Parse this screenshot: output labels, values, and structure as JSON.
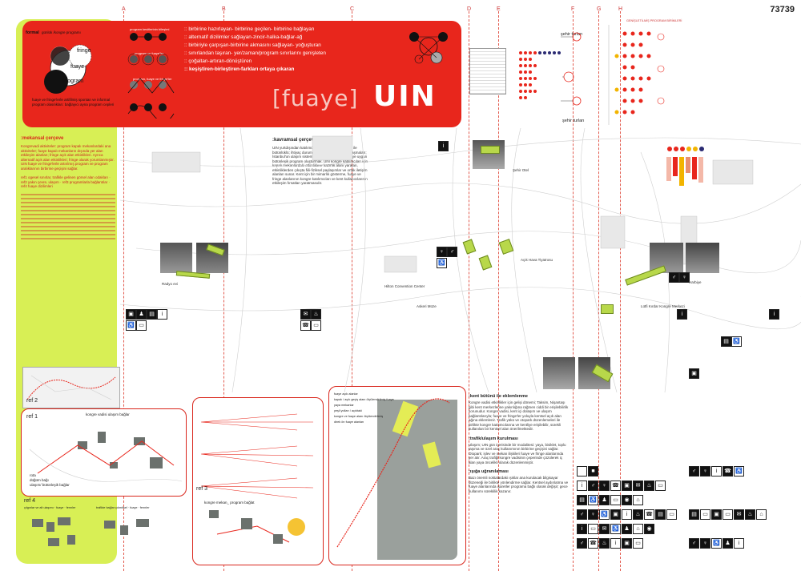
{
  "sheet_number": "73739",
  "columns": [
    "A",
    "B",
    "C",
    "D",
    "E",
    "F",
    "G",
    "H"
  ],
  "header": {
    "brand_bracket": "[fuaye]",
    "brand_logo": "UIN",
    "slogans": [
      ":: birbirine hazırlayan- birbirine geçilen- birbirine bağlayan",
      ":: alternatif dizilimler sağlayan-zincir-halka-bağlar-ağ",
      ":: birbiriyle çarpışan-birbirine akmasını sağlayan- yoğuşturan",
      ":: sınırlandan taşıran- yer/zaman/program sınırlarını genişleten",
      ":: çoğaltan-artıran-dönüştüren"
    ],
    "slogan_bold": ":: keşiştiren-birleştiren-farkları ortaya çıkaran",
    "diagram_labels": {
      "formal": "formal",
      "formal_desc": "günlük /kongre programı",
      "fringe": "fringe",
      "fuaye": "fuaye",
      "program": "program",
      "caption": "fuaye ve fringe'lerle artifilmiş spontan ve informal program olasılıkları: bağlayıcı ayna program cepleri",
      "mid_labels": [
        "program kesitlerinin bileşimi",
        "program ve fuaye'ler",
        "program, fuaye ve fringe'ler"
      ]
    }
  },
  "right_top": {
    "sehir_turlari": "şehir turları",
    "sehir_turlari_2": "şehir turları",
    "legend_title": "GENİŞLETİLMİŞ PROGRAM BİRİMLERİ"
  },
  "sections": {
    "mekansal_title": ":mekansal çerçeve",
    "mekansal_body": "Kongrevadi aktiviteler: program kapalı mekanlardaki ana aktiviteler; fuaye kapalı mekanların dışında yer alan etkileşim alanları; fringe açık alan etkinlikleri. Ayrıca alternatif açık alan etkinlikleri; fringe olarak yorumlanmıştır. UIN fuaye ve fringe'lerle artırılmış program ve program aralıklarının birbirine geçişini sağlar.",
    "ref_list": "ref1 ogesel sınırlar, trafikle gelinen görsel alan odakları · ref2 yakın çevre, ulaşım · ref3 programlarla bağlantılar · ref4 fuaye dizilimleri",
    "kavramsal_title": ":kavramsal çerçeve",
    "kavramsal_body": "UIN yurtdışından katılımcılar için İstanbul'un fuaye ile bütünlüklü; ihtiyaç durumunda ortak olarak yoğunlaşmaları; İstanbul'un ulaşım sistemlerine ve kentsel çerçeveye uygun bütünleşik program oluşturmak. UIN kongre katılımcıları için kapalı mekanlardaki etkinliklere hazırlık alanı yaratan, etkinliklerden çıkışta fiili-fiziksel paylaşımlar ve ortak iletişim alanları sunar. Kent için bir mimarlık gösterme, fuaye ve fringe alanlarının kongre katılımcıları ve kent kullanıcılarının etkileşim fırsatları yaratmasıdır.",
    "kent_title": ":kent bütünü ile eklemlenme",
    "kent_body": "Kongre vadisi etkinlikler için gelişi dönemi; Taksim, Nişantaşı gibi kent merkezlerine yakınlığına rağmen ciddi bir erişilebilirlik sorunudur. Kongre vadisi, kent içi dolaşım ve ulaşım bağlantılarıyla; fuaye ve fringe'ler yoluyla kentsel açık alan ağına eklemlenir. Trafik yükü ve otopark düzenlemeleri ile birlikte kongre katılımcılarına ve kentliye erişilebilir, sürekli kullanılan bir kentsel alan önerilmektedir.",
    "trafik_title": ":trafik/ulaşım kurulması",
    "trafik_body": "Ulaşım; UIN gün içerisinde bir modalitesi: yaya, bisiklet, toplu taşıma ve özel araç kullanımının birbirine geçişini sağlar. Otopark; işlev ve mekan ilişkileri fuaye ve fringe alanlarında yer alır. Araç trafiği kongre vadisinin çeperinde çözülerek iç alan yaya öncelikli olarak düzenlenmiştir.",
    "isik_title": ":ışığa uğranılaması",
    "isik_body": "Bazı önemli noktalardaki ışıklar ana kurulacak bilgisayar düzeneği ile birlikte yönlendirme sağlar. Kentsel aydınlatma ve fuaye alanlarında işaretler programa bağlı olarak değişir; gece kullanımı süreklilik kazanır."
  },
  "refs": {
    "ref1": "ref 1",
    "ref1_title": "kongre vadisi ulaşım bağlar",
    "ref2": "ref 2",
    "ref3": "ref 3",
    "ref3_title": "kongre mekan_ program bağlat",
    "ref4": "ref 4",
    "ref4_sub1": "çılgınlar ve alt ulaşımı · fuaye · fennler",
    "ref4_sub2": "trafikte bağlar çıkmitsel · fuaye · fennler",
    "legend_items": [
      "rota",
      "düğüm bağı",
      "ulaşım/ bütünleşik bağlar"
    ],
    "map_legend": [
      "fuaye açık alanlar",
      "kapalı / açık geçiş alanı ölçülendirilmiş fuaye",
      "yaya mekanlar",
      "yeşil yolları / açıktaki",
      "kongre ve fuaye alanı ölçülendirilmiş",
      "direk ön fuaye alanları"
    ]
  },
  "map_labels": {
    "harbiye": "Harbiye",
    "lutfi": "Lütfi Kırdar Kongre Merkezi",
    "askeri": "Askeri Müze",
    "hilton": "Hilton Convention Center",
    "sehir": "Şehir Otel",
    "radyo": "Radyo evi",
    "acik_hava": "Açık Hava Tiyatrosu"
  },
  "colors": {
    "lime": "#d8ef55",
    "red": "#e8261c",
    "dashed": "#e25a4e",
    "building": "#6b716d",
    "green_element": "#b8d84a"
  }
}
